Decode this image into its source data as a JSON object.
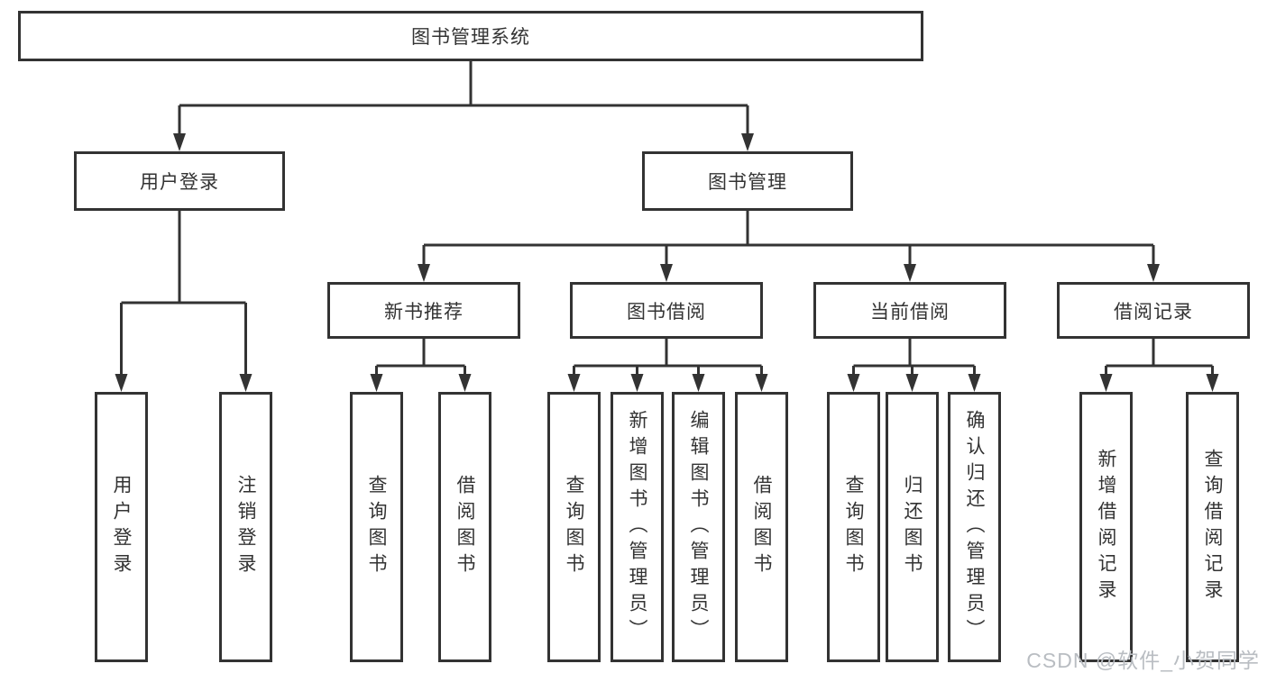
{
  "diagram": {
    "root": {
      "label": "图书管理系统"
    },
    "level1": {
      "user_login": {
        "label": "用户登录"
      },
      "book_mgmt": {
        "label": "图书管理"
      }
    },
    "user_leaves": [
      "用户登录",
      "注销登录"
    ],
    "groups": [
      {
        "label": "新书推荐",
        "leaves": [
          "查询图书",
          "借阅图书"
        ]
      },
      {
        "label": "图书借阅",
        "leaves": [
          "查询图书",
          "新增图书（管理员）",
          "编辑图书（管理员）",
          "借阅图书"
        ]
      },
      {
        "label": "当前借阅",
        "leaves": [
          "查询图书",
          "归还图书",
          "确认归还（管理员）"
        ]
      },
      {
        "label": "借阅记录",
        "leaves": [
          "新增借阅记录",
          "查询借阅记录"
        ]
      }
    ]
  },
  "watermark": {
    "text": "CSDN @软件_小贺同学"
  },
  "colors": {
    "line": "#333333",
    "box_border": "#333333",
    "text": "#333333",
    "watermark": "#b9bdc2",
    "background": "#ffffff"
  }
}
